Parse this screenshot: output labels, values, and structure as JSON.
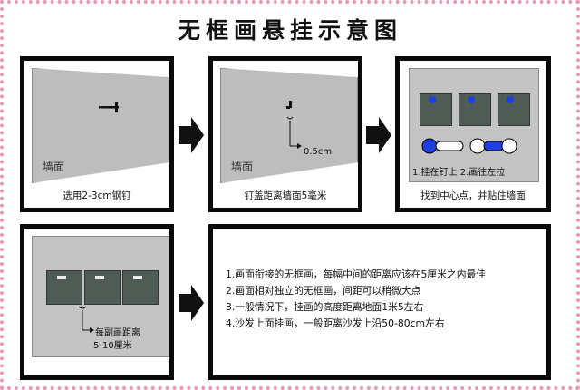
{
  "title": "无框画悬挂示意图",
  "panels": {
    "nail": {
      "caption": "选用2-3cm钢钉",
      "wall_label": "墙面"
    },
    "gap": {
      "caption": "钉盖距离墙面5毫米",
      "wall_label": "墙面",
      "measure": "0.5cm"
    },
    "hang": {
      "caption": "找到中心点，并贴住墙面",
      "steps": "1.挂在钉上  2.画往左拉"
    },
    "spacing": {
      "gap_label_1": "每副画距离",
      "gap_label_2": "5-10厘米"
    },
    "notes": [
      "1.画面衔接的无框画，每幅中间的距离应该在5厘米之内最佳",
      "2.画面相对独立的无框画，间距可以稍微大点",
      "3.一般情况下，挂画的高度距离地面1米5左右",
      "4.沙发上面挂画，一般距离沙发上沿50-80cm左右"
    ]
  },
  "colors": {
    "border_dots": "#e79ab5",
    "panel_border": "#0a0a0a",
    "wall": "#bdbdbd",
    "frame_tile": "#4f5b55",
    "hook_blue": "#1f3fe0"
  },
  "icons": [
    "nail-icon",
    "hook-icon",
    "arrow-right-icon",
    "measure-arrow-icon"
  ]
}
